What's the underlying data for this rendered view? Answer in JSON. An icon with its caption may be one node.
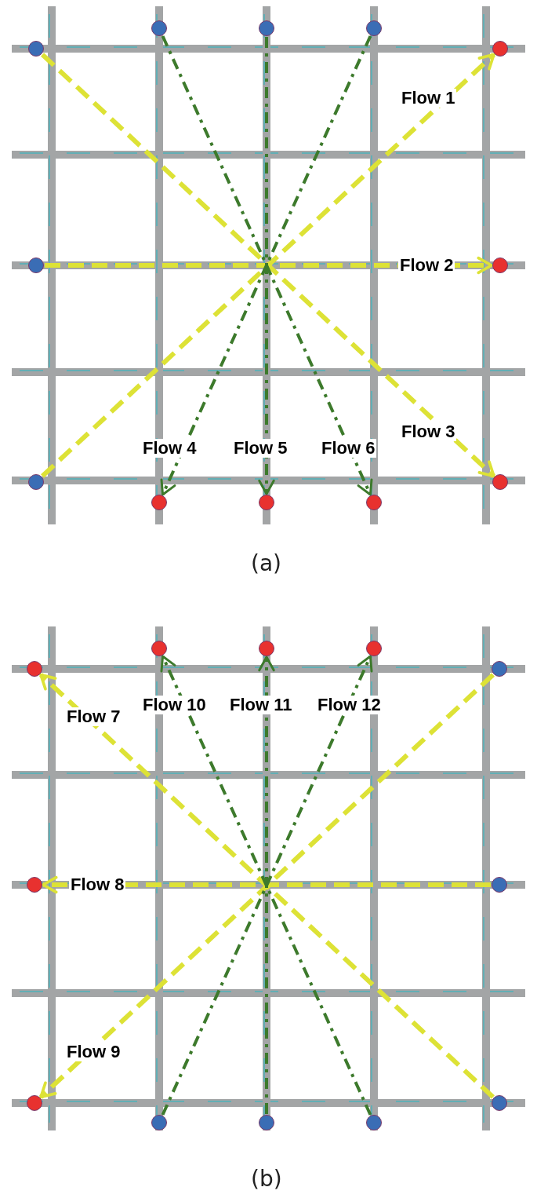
{
  "diagram": {
    "nodes": [
      {
        "text": [],
        "shape": "circle"
      },
      {
        "text": [],
        "shape": "circle"
      },
      {
        "text": [],
        "shape": "circle"
      },
      {
        "text": [],
        "shape": "circle"
      },
      {
        "text": [],
        "shape": "circle"
      },
      {
        "text": [],
        "shape": "circle"
      },
      {
        "text": [],
        "shape": "circle"
      },
      {
        "text": [],
        "shape": "circle"
      },
      {
        "text": [],
        "shape": "circle"
      },
      {
        "text": [],
        "shape": "circle"
      },
      {
        "text": [],
        "shape": "circle"
      },
      {
        "text": [],
        "shape": "circle"
      },
      {
        "text": [],
        "shape": "circle"
      },
      {
        "text": [],
        "shape": "circle"
      },
      {
        "text": [],
        "shape": "circle"
      },
      {
        "text": [],
        "shape": "circle"
      },
      {
        "text": [],
        "shape": "circle"
      },
      {
        "text": [],
        "shape": "circle"
      },
      {
        "text": [],
        "shape": "circle"
      },
      {
        "text": [],
        "shape": "circle"
      },
      {
        "text": [],
        "shape": "circle"
      },
      {
        "text": [],
        "shape": "circle"
      },
      {
        "text": [],
        "shape": "circle"
      },
      {
        "text": [],
        "shape": "circle"
      }
    ],
    "edges": [
      {
        "from": 7,
        "to": 4,
        "arrow": "to",
        "label": "Flow 1",
        "style": "dashed",
        "color": "#dde236"
      },
      {
        "from": 5,
        "to": 6,
        "arrow": "to",
        "label": "Flow 2",
        "style": "dashed",
        "color": "#dde236"
      },
      {
        "from": 3,
        "to": 8,
        "arrow": "to",
        "label": "Flow 3",
        "style": "dashed",
        "color": "#dde236"
      },
      {
        "from": 2,
        "to": 9,
        "arrow": "to",
        "label": "Flow 4",
        "style": "dashed",
        "color": "#3d7a2c"
      },
      {
        "from": 1,
        "to": 10,
        "arrow": "to",
        "label": "Flow 5",
        "style": "dashed",
        "color": "#3d7a2c"
      },
      {
        "from": 0,
        "to": 11,
        "arrow": "to",
        "label": "Flow 6",
        "style": "dashed",
        "color": "#3d7a2c"
      },
      {
        "from": 20,
        "to": 15,
        "arrow": "to",
        "label": "Flow 7",
        "style": "dashed",
        "color": "#dde236"
      },
      {
        "from": 18,
        "to": 17,
        "arrow": "to",
        "label": "Flow 8",
        "style": "dashed",
        "color": "#dde236"
      },
      {
        "from": 16,
        "to": 19,
        "arrow": "to",
        "label": "Flow 9",
        "style": "dashed",
        "color": "#dde236"
      },
      {
        "from": 23,
        "to": 12,
        "arrow": "to",
        "label": "Flow 10",
        "style": "dashed",
        "color": "#3d7a2c"
      },
      {
        "from": 22,
        "to": 13,
        "arrow": "to",
        "label": "Flow 11",
        "style": "dashed",
        "color": "#3d7a2c"
      },
      {
        "from": 21,
        "to": 14,
        "arrow": "to",
        "label": "Flow 12",
        "style": "dashed",
        "color": "#3d7a2c"
      }
    ],
    "labels": [
      "(a)",
      "(b)"
    ]
  }
}
